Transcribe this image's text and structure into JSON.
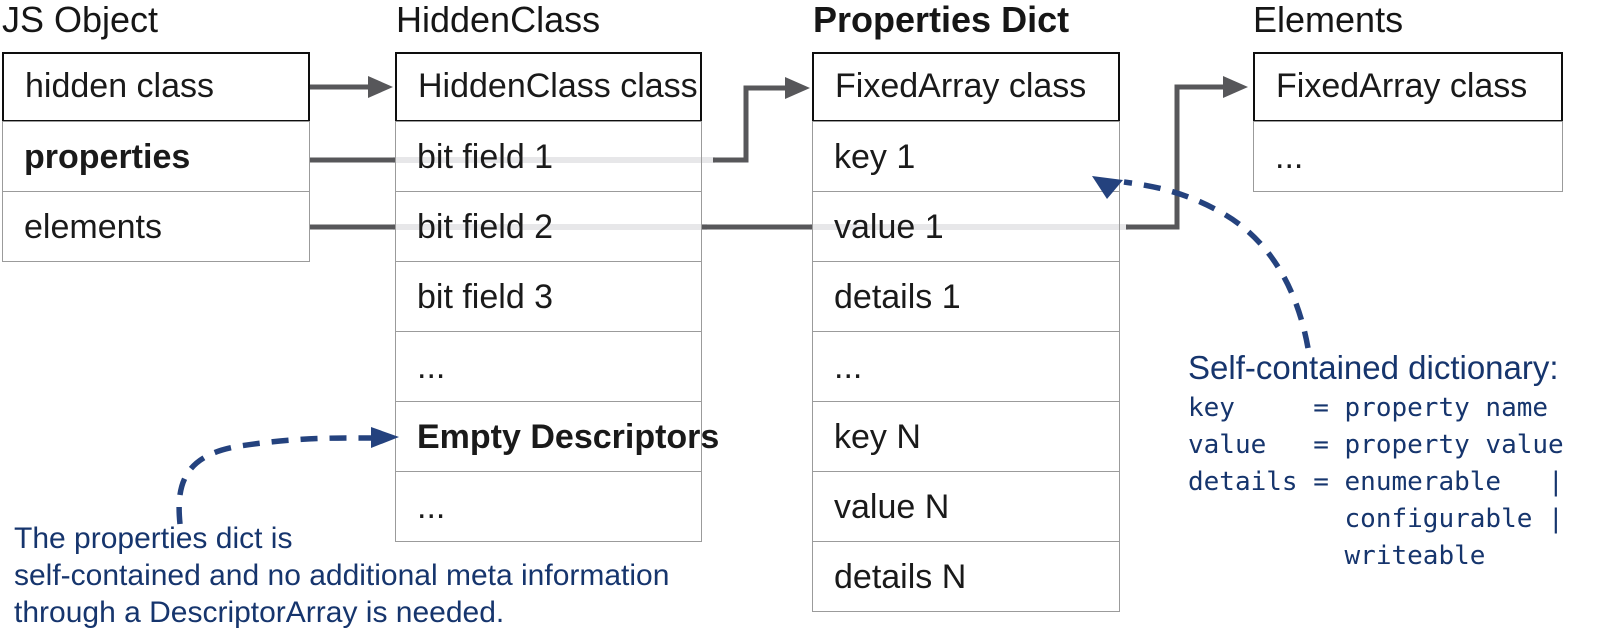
{
  "titles": {
    "js_object": "JS Object",
    "hidden_class": "HiddenClass",
    "properties_dict": "Properties Dict",
    "elements": "Elements"
  },
  "tables": {
    "js_object": {
      "rows": [
        "hidden class",
        "properties",
        "elements"
      ]
    },
    "hidden_class": {
      "rows": [
        "HiddenClass class",
        "bit field 1",
        "bit field 2",
        "bit field 3",
        "...",
        "Empty Descriptors",
        "..."
      ]
    },
    "properties_dict": {
      "rows": [
        "FixedArray class",
        "key 1",
        "value 1",
        "details 1",
        "...",
        "key N",
        "value N",
        "details N"
      ]
    },
    "elements": {
      "rows": [
        "FixedArray class",
        "..."
      ]
    }
  },
  "annotations": {
    "left_note": {
      "lines": [
        "The properties dict is",
        "self-contained and no additional meta information",
        "through a DescriptorArray is needed."
      ]
    },
    "right_note": {
      "heading": "Self-contained dictionary:",
      "code_lines": [
        "key     = property name",
        "value   = property value",
        "details = enumerable   |",
        "          configurable |",
        "          writeable"
      ]
    }
  },
  "colors": {
    "annotation_blue": "#16356d",
    "arrow_blue": "#24427e",
    "arrow_gray": "#57575a",
    "border_gray": "#9b9b9b",
    "border_black": "#0e0e0e",
    "pass_line": "#e7e7e9"
  }
}
